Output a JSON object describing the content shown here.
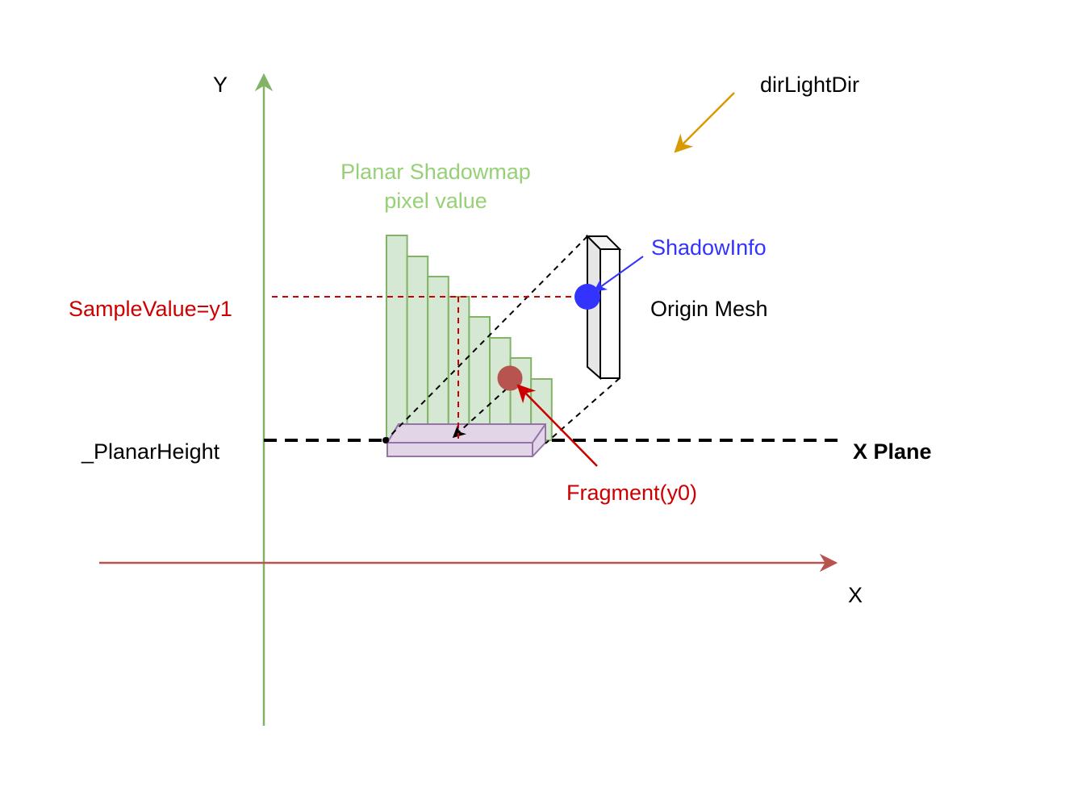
{
  "labels": {
    "y_axis": "Y",
    "x_axis": "X",
    "light_dir": "dirLightDir",
    "shadowmap_title_line1": "Planar Shadowmap",
    "shadowmap_title_line2": "pixel value",
    "shadow_info": "ShadowInfo",
    "origin_mesh": "Origin Mesh",
    "sample_value": "SampleValue=y1",
    "planar_height": "_PlanarHeight",
    "x_plane": "X Plane",
    "fragment": "Fragment(y0)"
  },
  "colors": {
    "y_axis": "#82b366",
    "x_axis": "#b85450",
    "light_arrow": "#d79b00",
    "bars_fill": "#d5e8d4",
    "bars_stroke": "#82b366",
    "shadow_box_fill": "#e1d5e7",
    "shadow_box_stroke": "#9673a6",
    "shadow_info": "#3333ff",
    "fragment_dot": "#b85450",
    "red_text": "#cc0000",
    "title_green": "#97d077"
  },
  "bar_heights": [
    254,
    228,
    203,
    178,
    153,
    127,
    102,
    76
  ]
}
